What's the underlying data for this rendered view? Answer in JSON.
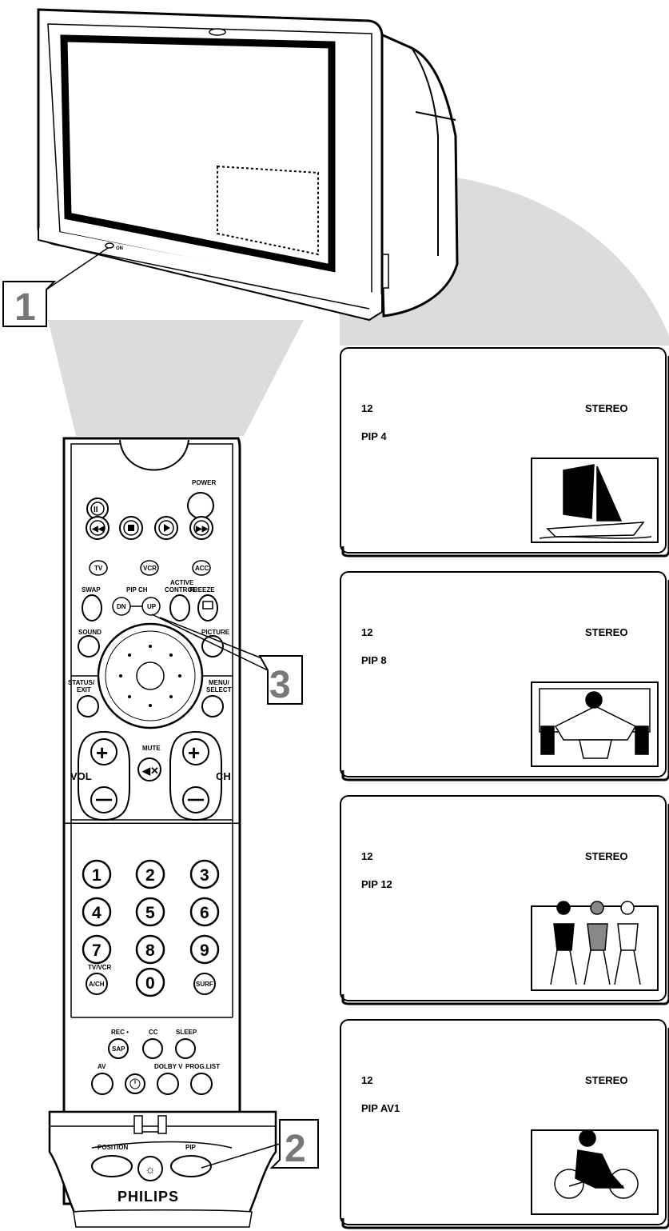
{
  "callouts": [
    "1",
    "2",
    "3"
  ],
  "tv": {},
  "remote": {
    "brand": "PHILIPS",
    "labels": {
      "power": "POWER",
      "tv": "TV",
      "vcr": "VCR",
      "acc": "ACC",
      "swap": "SWAP",
      "pip_ch": "PIP CH",
      "active_control": [
        "ACTIVE",
        "CONTROL"
      ],
      "freeze": "FREEZE",
      "dn": "DN",
      "up": "UP",
      "sound": "SOUND",
      "picture": "PICTURE",
      "status_exit": [
        "STATUS/",
        "EXIT"
      ],
      "menu_select": [
        "MENU/",
        "SELECT"
      ],
      "vol": "VOL",
      "mute": "MUTE",
      "ch": "CH",
      "digits": [
        "1",
        "2",
        "3",
        "4",
        "5",
        "6",
        "7",
        "8",
        "9"
      ],
      "zero": "0",
      "tvvcr": "TV/VCR",
      "ach": "A/CH",
      "surf": "SURF",
      "rec": "REC •",
      "sap": "SAP",
      "cc": "CC",
      "sleep": "SLEEP",
      "av": "AV",
      "dolby": "DOLBY V",
      "prog_list": "PROG.LIST",
      "position": "POSITION",
      "pip": "PIP"
    }
  },
  "panels": [
    {
      "channel": "12",
      "audio": "STEREO",
      "pip": "PIP 4",
      "thumb_icon": "sailboat-icon"
    },
    {
      "channel": "12",
      "audio": "STEREO",
      "pip": "PIP 8",
      "thumb_icon": "race-car-icon"
    },
    {
      "channel": "12",
      "audio": "STEREO",
      "pip": "PIP 12",
      "thumb_icon": "runners-icon"
    },
    {
      "channel": "12",
      "audio": "STEREO",
      "pip": "PIP AV1",
      "thumb_icon": "motorcycle-icon"
    }
  ],
  "colors": {
    "shade": "#dcdcdc",
    "callout_text": "#777777",
    "line": "#000000"
  }
}
